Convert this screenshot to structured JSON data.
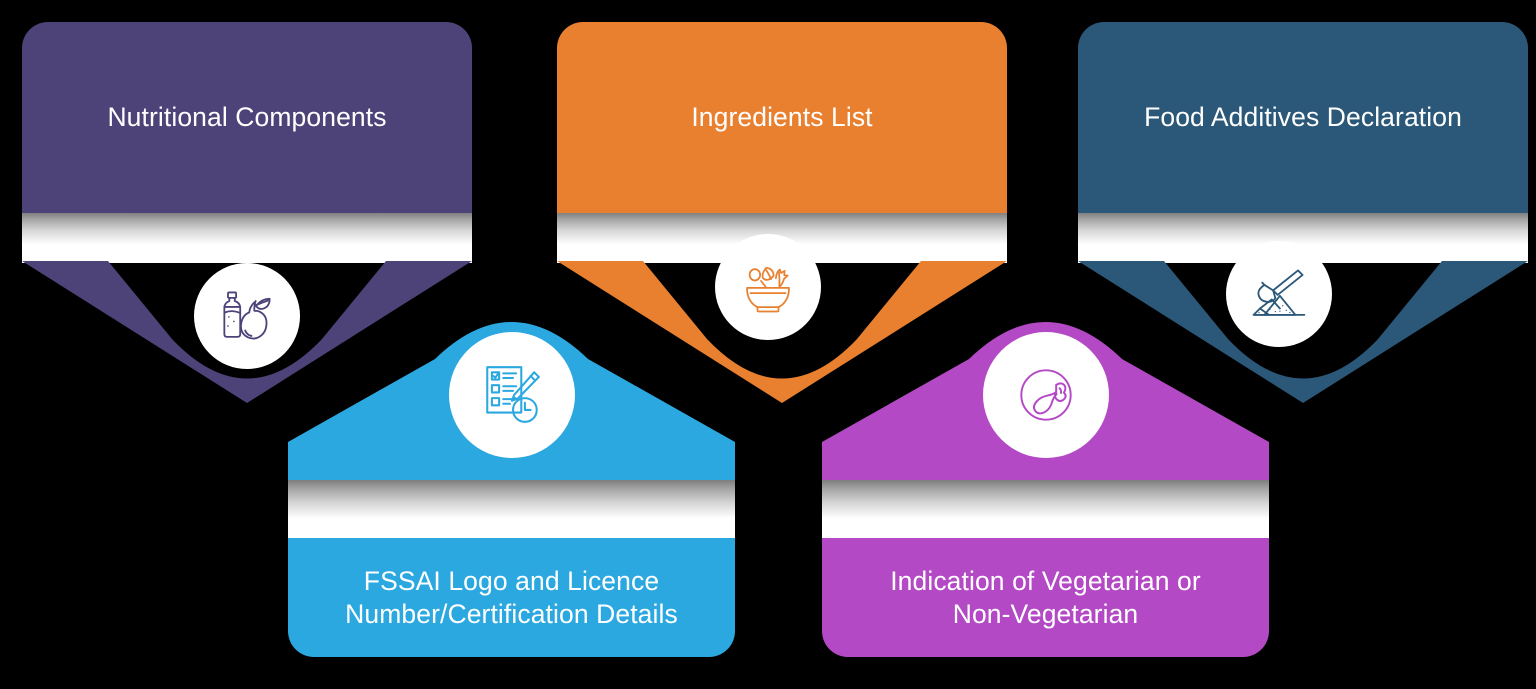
{
  "diagram": {
    "type": "chevron-infographic",
    "background_color": "#000000",
    "node_count": 5,
    "nodes": [
      {
        "id": "nutritional-components",
        "label": "Nutritional Components",
        "color": "#4D4379",
        "direction": "down",
        "icon": "bottle-and-pear-icon"
      },
      {
        "id": "ingredients-list",
        "label": "Ingredients List",
        "color": "#E8802F",
        "direction": "down",
        "icon": "salad-bowl-icon"
      },
      {
        "id": "food-additives-declaration",
        "label": "Food Additives Declaration",
        "color": "#2B5878",
        "direction": "down",
        "icon": "scoop-and-powder-icon"
      },
      {
        "id": "fssai-logo-and-licence",
        "label": "FSSAI Logo and Licence Number/Certification Details",
        "label_line1": "FSSAI Logo and Licence",
        "label_line2": "Number/Certification Details",
        "color": "#2BA8E0",
        "direction": "up",
        "icon": "checklist-pencil-clock-icon"
      },
      {
        "id": "vegetarian-indication",
        "label": "Indication of Vegetarian or Non-Vegetarian",
        "label_line1": "Indication of Vegetarian or",
        "label_line2": "Non-Vegetarian",
        "color": "#B349C4",
        "direction": "up",
        "icon": "chicken-drumstick-icon"
      }
    ]
  }
}
